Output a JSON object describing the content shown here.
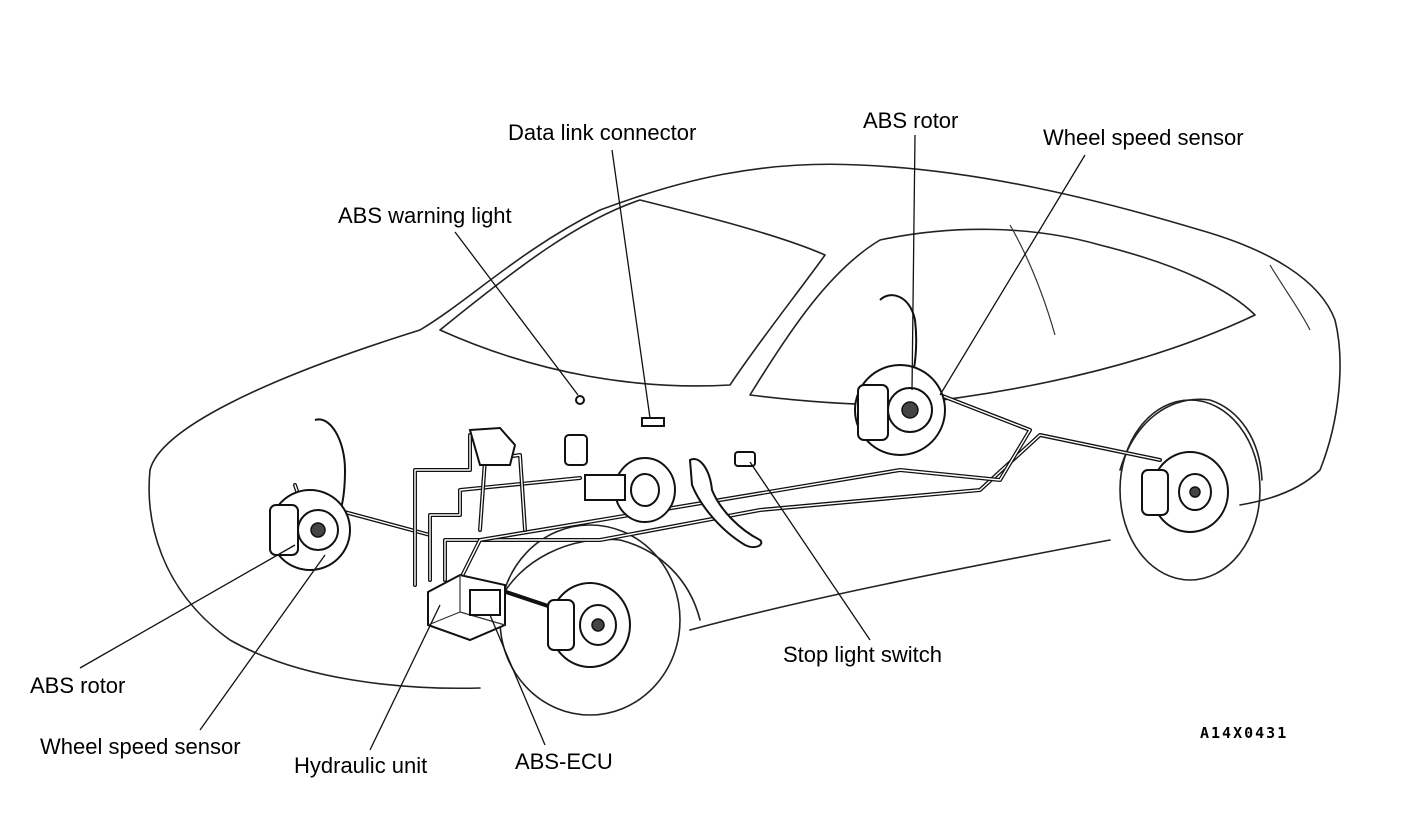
{
  "labels": {
    "data_link_connector": "Data link connector",
    "abs_rotor_rear": "ABS rotor",
    "wheel_speed_sensor_rear": "Wheel speed sensor",
    "abs_warning_light": "ABS warning light",
    "abs_rotor_front": "ABS rotor",
    "wheel_speed_sensor_front": "Wheel speed sensor",
    "hydraulic_unit": "Hydraulic unit",
    "abs_ecu": "ABS-ECU",
    "stop_light_switch": "Stop light switch"
  },
  "figure_code": "A14X0431"
}
